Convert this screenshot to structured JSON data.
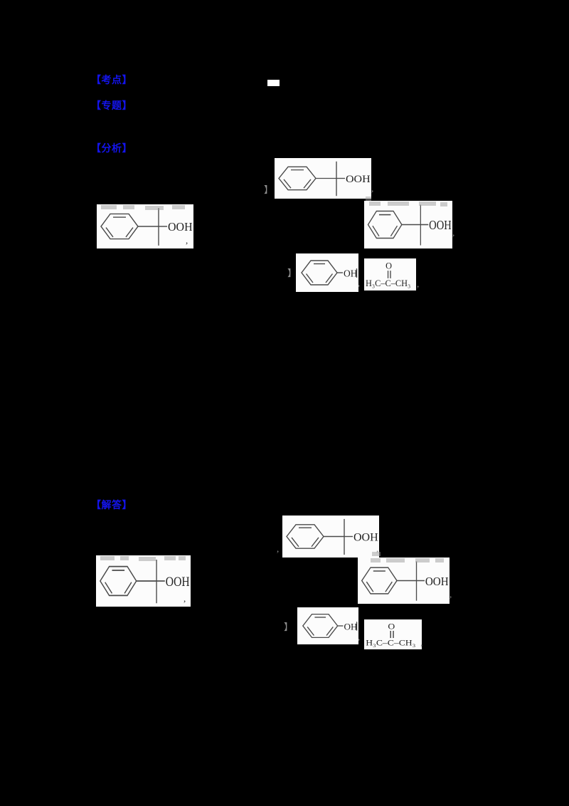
{
  "document": {
    "labels": {
      "exam_points": "【考点】",
      "topic": "【专题】",
      "analysis": "【分析】",
      "answer": "【解答】"
    },
    "chemistry": {
      "hydroperoxide_group": "OOH",
      "hydroxyl_group": "OH",
      "acetone_oxygen": "O",
      "acetone_formula": "H₃C–C–CH₃"
    },
    "fragments": {
      "comma": ",",
      "closing_bracket": "】"
    },
    "colors": {
      "background": "#000000",
      "label_blue": "#1414ec",
      "structure_box_bg": "#fcfcfc",
      "bond_gray": "#4a4a4a"
    },
    "structures": {
      "cumene_hydroperoxide_count": 6,
      "phenol_count": 2,
      "acetone_count": 2
    }
  }
}
